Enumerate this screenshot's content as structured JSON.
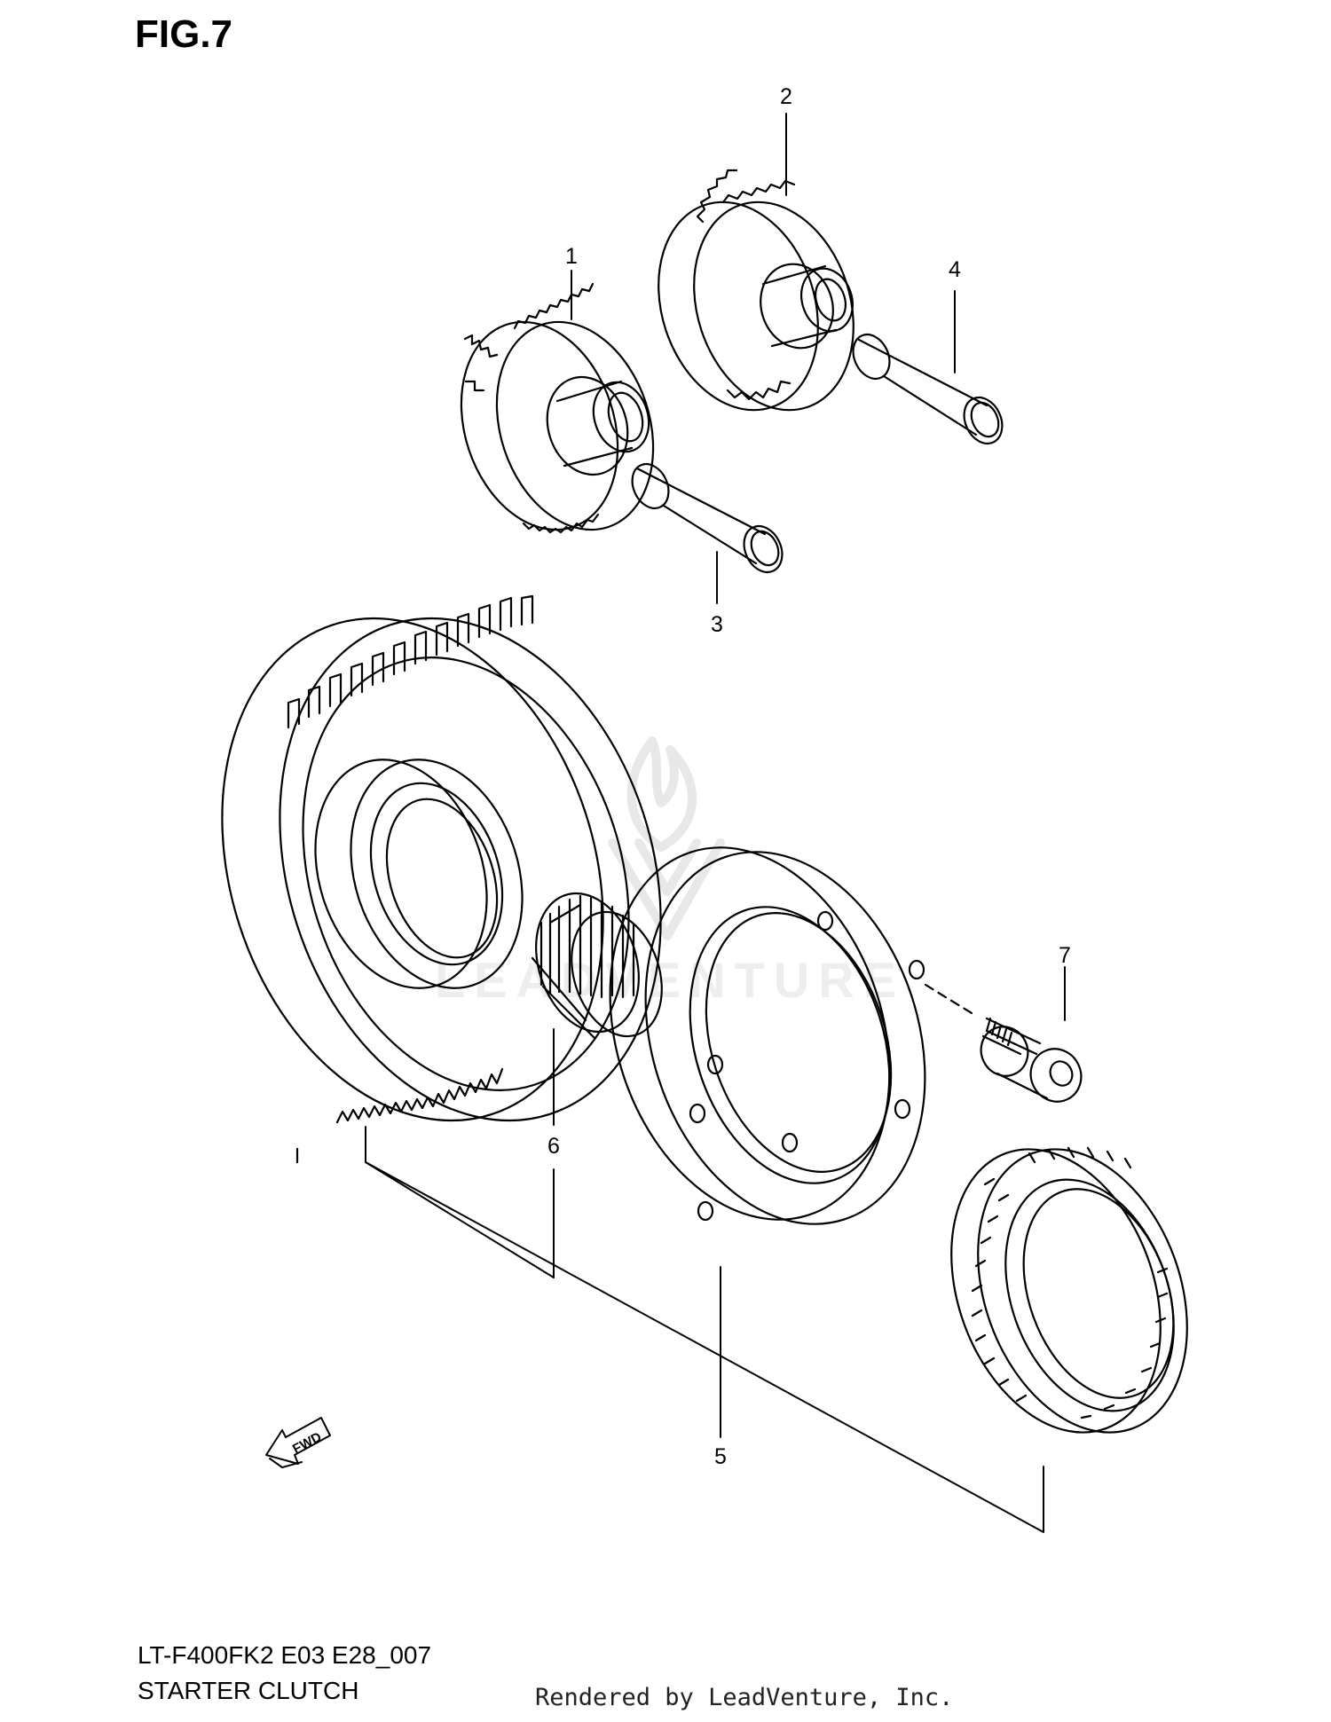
{
  "figure": {
    "title": "FIG.7",
    "model_code": "LT-F400FK2 E03 E28_007",
    "section_name": "STARTER CLUTCH",
    "rendered_by": "Rendered by LeadVenture, Inc.",
    "watermark": "LEADVENTURE",
    "fwd_label": "FWD"
  },
  "callouts": [
    "1",
    "2",
    "3",
    "4",
    "5",
    "6",
    "7"
  ],
  "parts": [
    {
      "ref": "1",
      "icon": "small-idle-gear-icon"
    },
    {
      "ref": "2",
      "icon": "idle-gear-icon"
    },
    {
      "ref": "3",
      "icon": "shaft-icon"
    },
    {
      "ref": "4",
      "icon": "shaft-icon"
    },
    {
      "ref": "5",
      "icon": "starter-clutch-body-icon"
    },
    {
      "ref": "6",
      "icon": "needle-bearing-icon"
    },
    {
      "ref": "7",
      "icon": "bolt-icon"
    }
  ]
}
